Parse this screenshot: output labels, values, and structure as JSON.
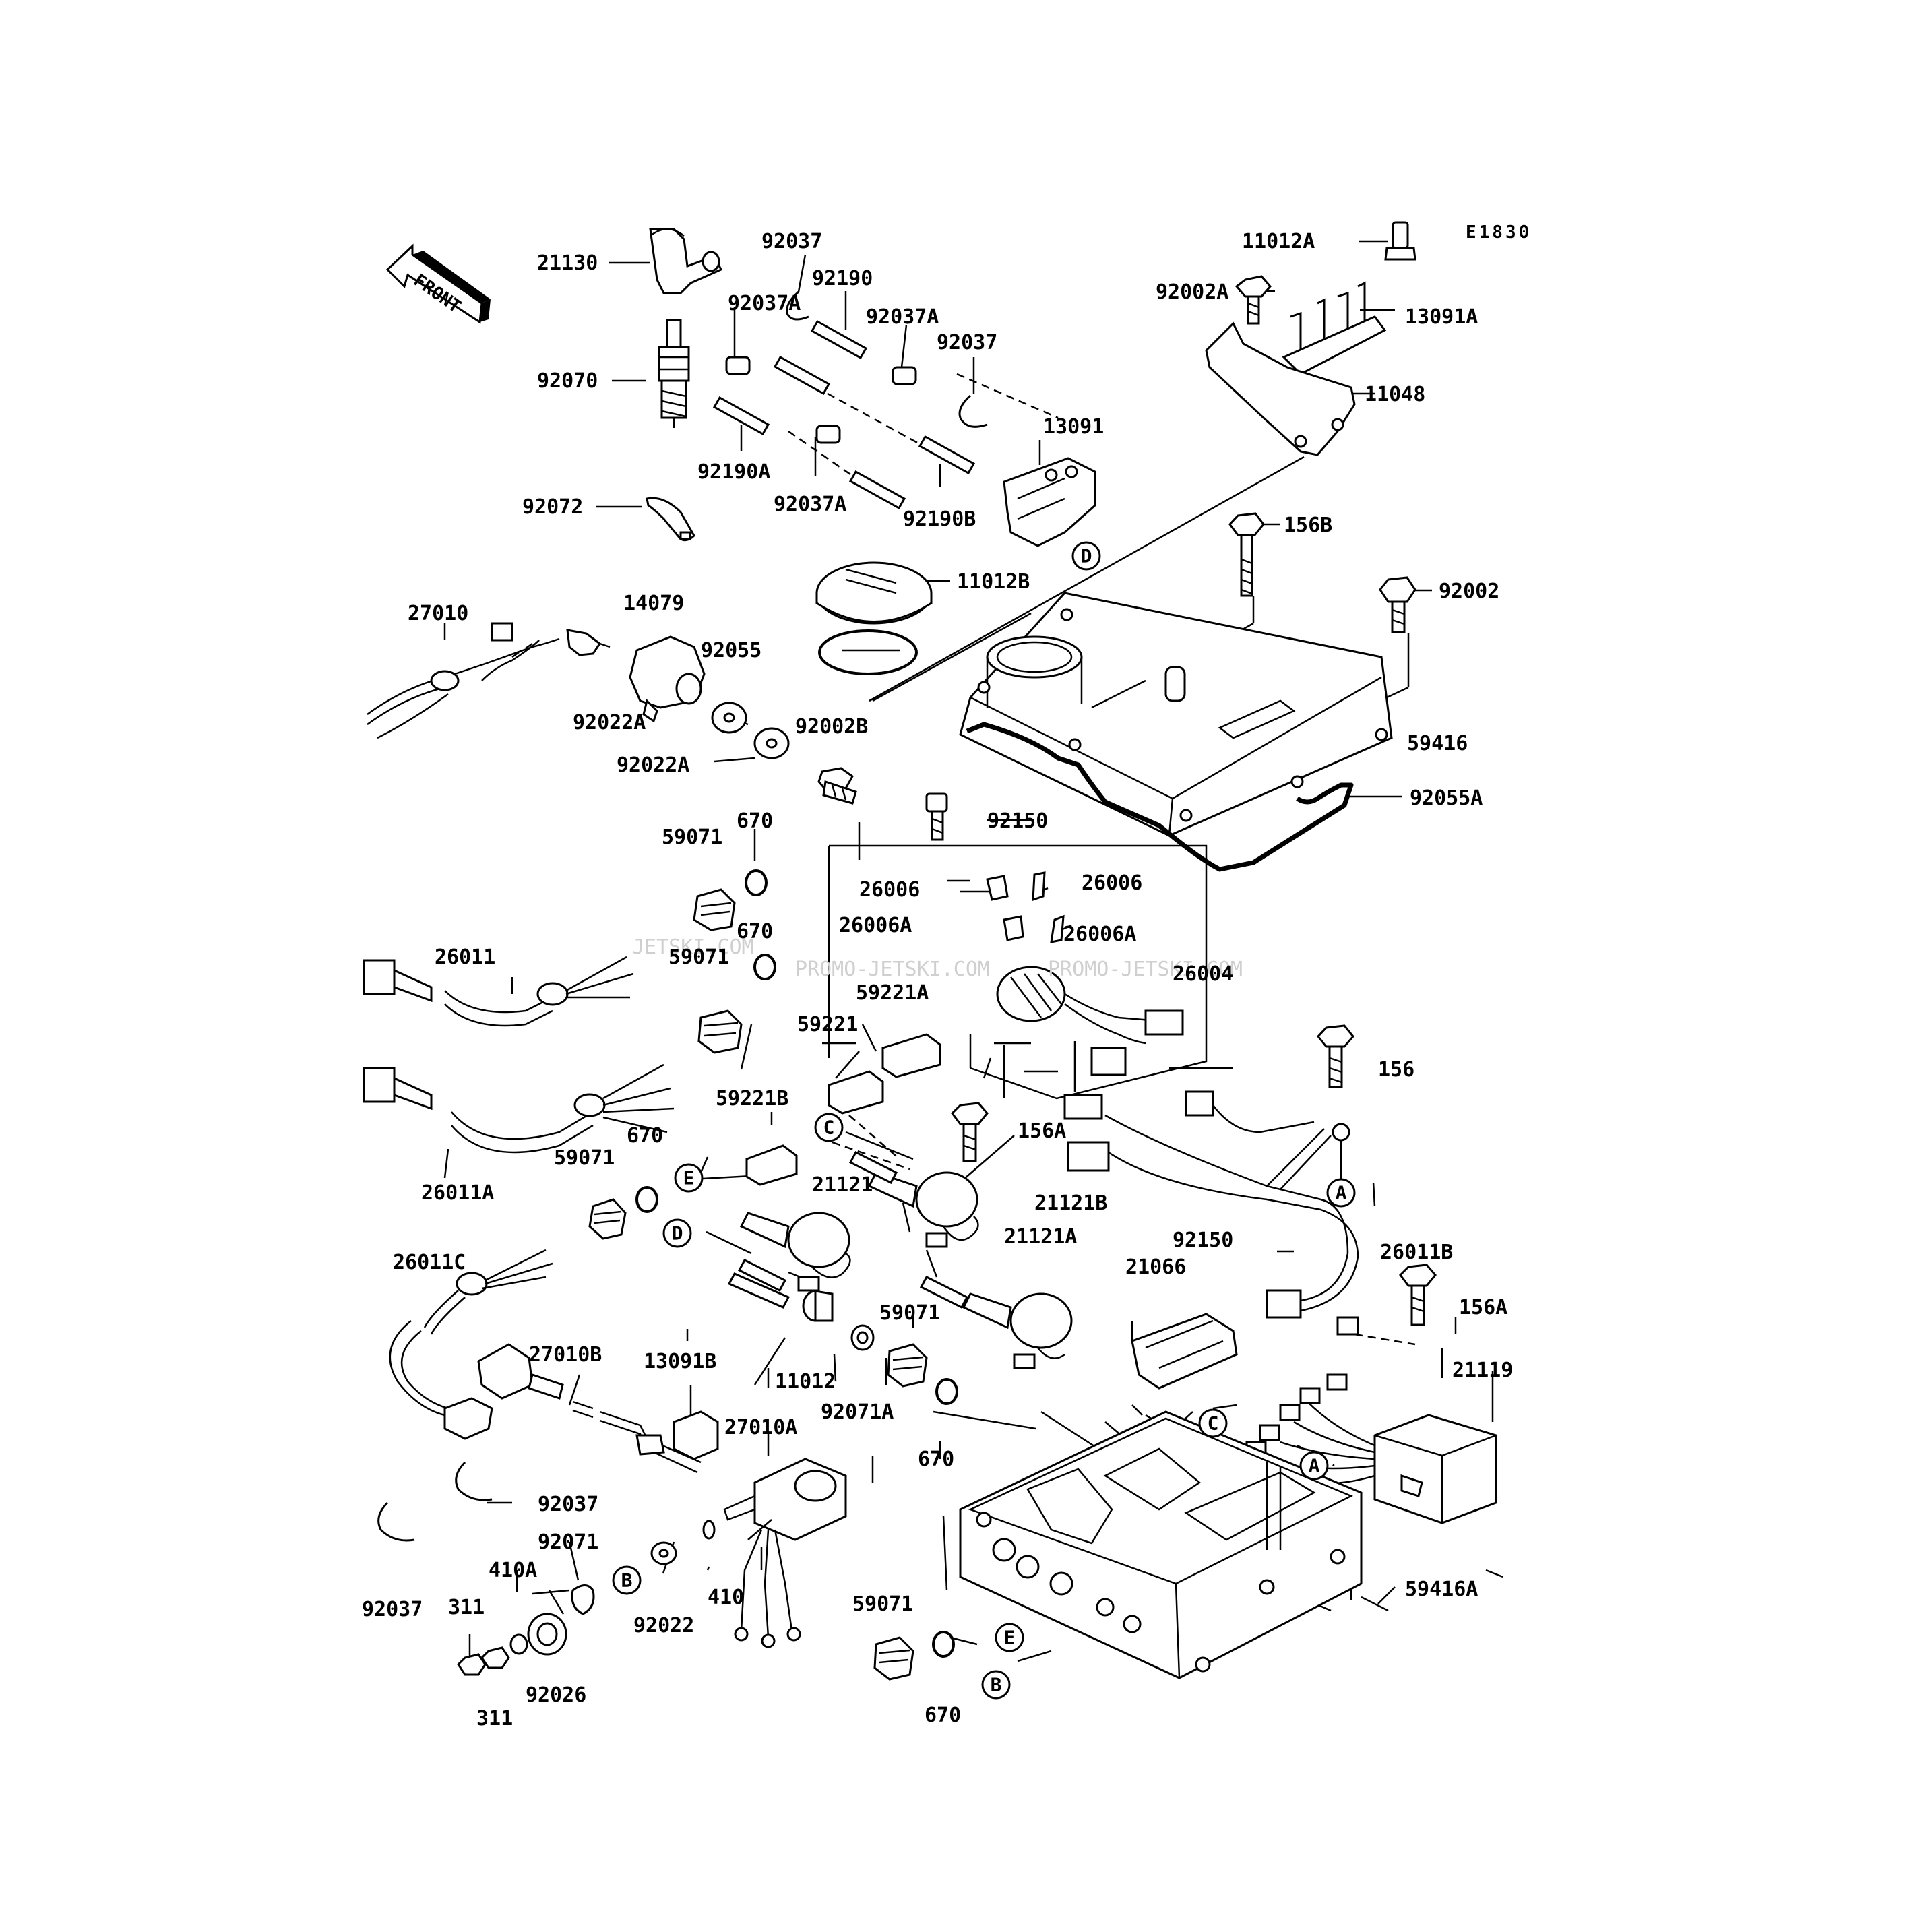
{
  "diagram_code": "E1830",
  "front_label": "FRONT",
  "watermarks": [
    "JETSKI.COM",
    "PROMO-JETSKI.COM",
    "PROMO-JETSKI.COM"
  ],
  "callouts": [
    "A",
    "B",
    "C",
    "D",
    "E"
  ],
  "part_labels": {
    "p21130": "21130",
    "p92037_a": "92037",
    "p92190": "92190",
    "p92037A_a": "92037A",
    "p92037A_b": "92037A",
    "p92037_b": "92037",
    "p92070": "92070",
    "p13091": "13091",
    "p92190A": "92190A",
    "p92037A_c": "92037A",
    "p92190B": "92190B",
    "p92072": "92072",
    "p11012A": "11012A",
    "p92002A": "92002A",
    "p13091A": "13091A",
    "p11048": "11048",
    "p156B": "156B",
    "p11012B": "11012B",
    "p92002": "92002",
    "p27010": "27010",
    "p14079": "14079",
    "p92055": "92055",
    "p92022A_a": "92022A",
    "p92022A_b": "92022A",
    "p92002B": "92002B",
    "p59416": "59416",
    "p92055A": "92055A",
    "p670_a": "670",
    "p59071_a": "59071",
    "p92150_a": "92150",
    "p26006_a": "26006",
    "p26006_b": "26006",
    "p26006A_a": "26006A",
    "p26006A_b": "26006A",
    "p670_b": "670",
    "p26011": "26011",
    "p59071_b": "59071",
    "p59221A": "59221A",
    "p26004": "26004",
    "p59221": "59221",
    "p156": "156",
    "p59221B": "59221B",
    "p156A_a": "156A",
    "p670_c": "670",
    "p59071_c": "59071",
    "p21121": "21121",
    "p21121B": "21121B",
    "p26011A": "26011A",
    "p92150_b": "92150",
    "p21121A": "21121A",
    "p26011B": "26011B",
    "p26011C": "26011C",
    "p21066": "21066",
    "p156A_b": "156A",
    "p59071_d": "59071",
    "p27010B": "27010B",
    "p13091B": "13091B",
    "p11012": "11012",
    "p92071A": "92071A",
    "p21119": "21119",
    "p670_d": "670",
    "p27010A": "27010A",
    "p92037_c": "92037",
    "p92071": "92071",
    "p410A": "410A",
    "p92037_d": "92037",
    "p311_a": "311",
    "p92022": "92022",
    "p410": "410",
    "p59416A": "59416A",
    "p59071_e": "59071",
    "p92026": "92026",
    "p311_b": "311",
    "p670_e": "670"
  }
}
